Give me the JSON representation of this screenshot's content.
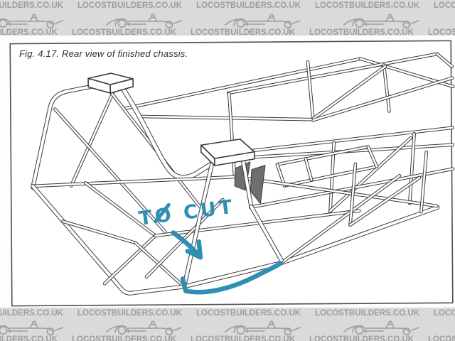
{
  "watermark": {
    "text": "LOCOSTBUILDERS.CO.UK",
    "bg_color": "#dadada",
    "text_color": "#9e9e9e",
    "icon": "kit-car-icon"
  },
  "figure": {
    "caption": "Fig. 4.17. Rear view of finished chassis.",
    "border_color": "#4f4f4f",
    "line_color": "#3a3a40",
    "paper_color": "#ffffff"
  },
  "annotation": {
    "label": "TO CUT",
    "color": "#2e8fb3",
    "marks": [
      "hand-drawn-arrow",
      "hand-drawn-swoosh",
      "cut-tick"
    ]
  }
}
